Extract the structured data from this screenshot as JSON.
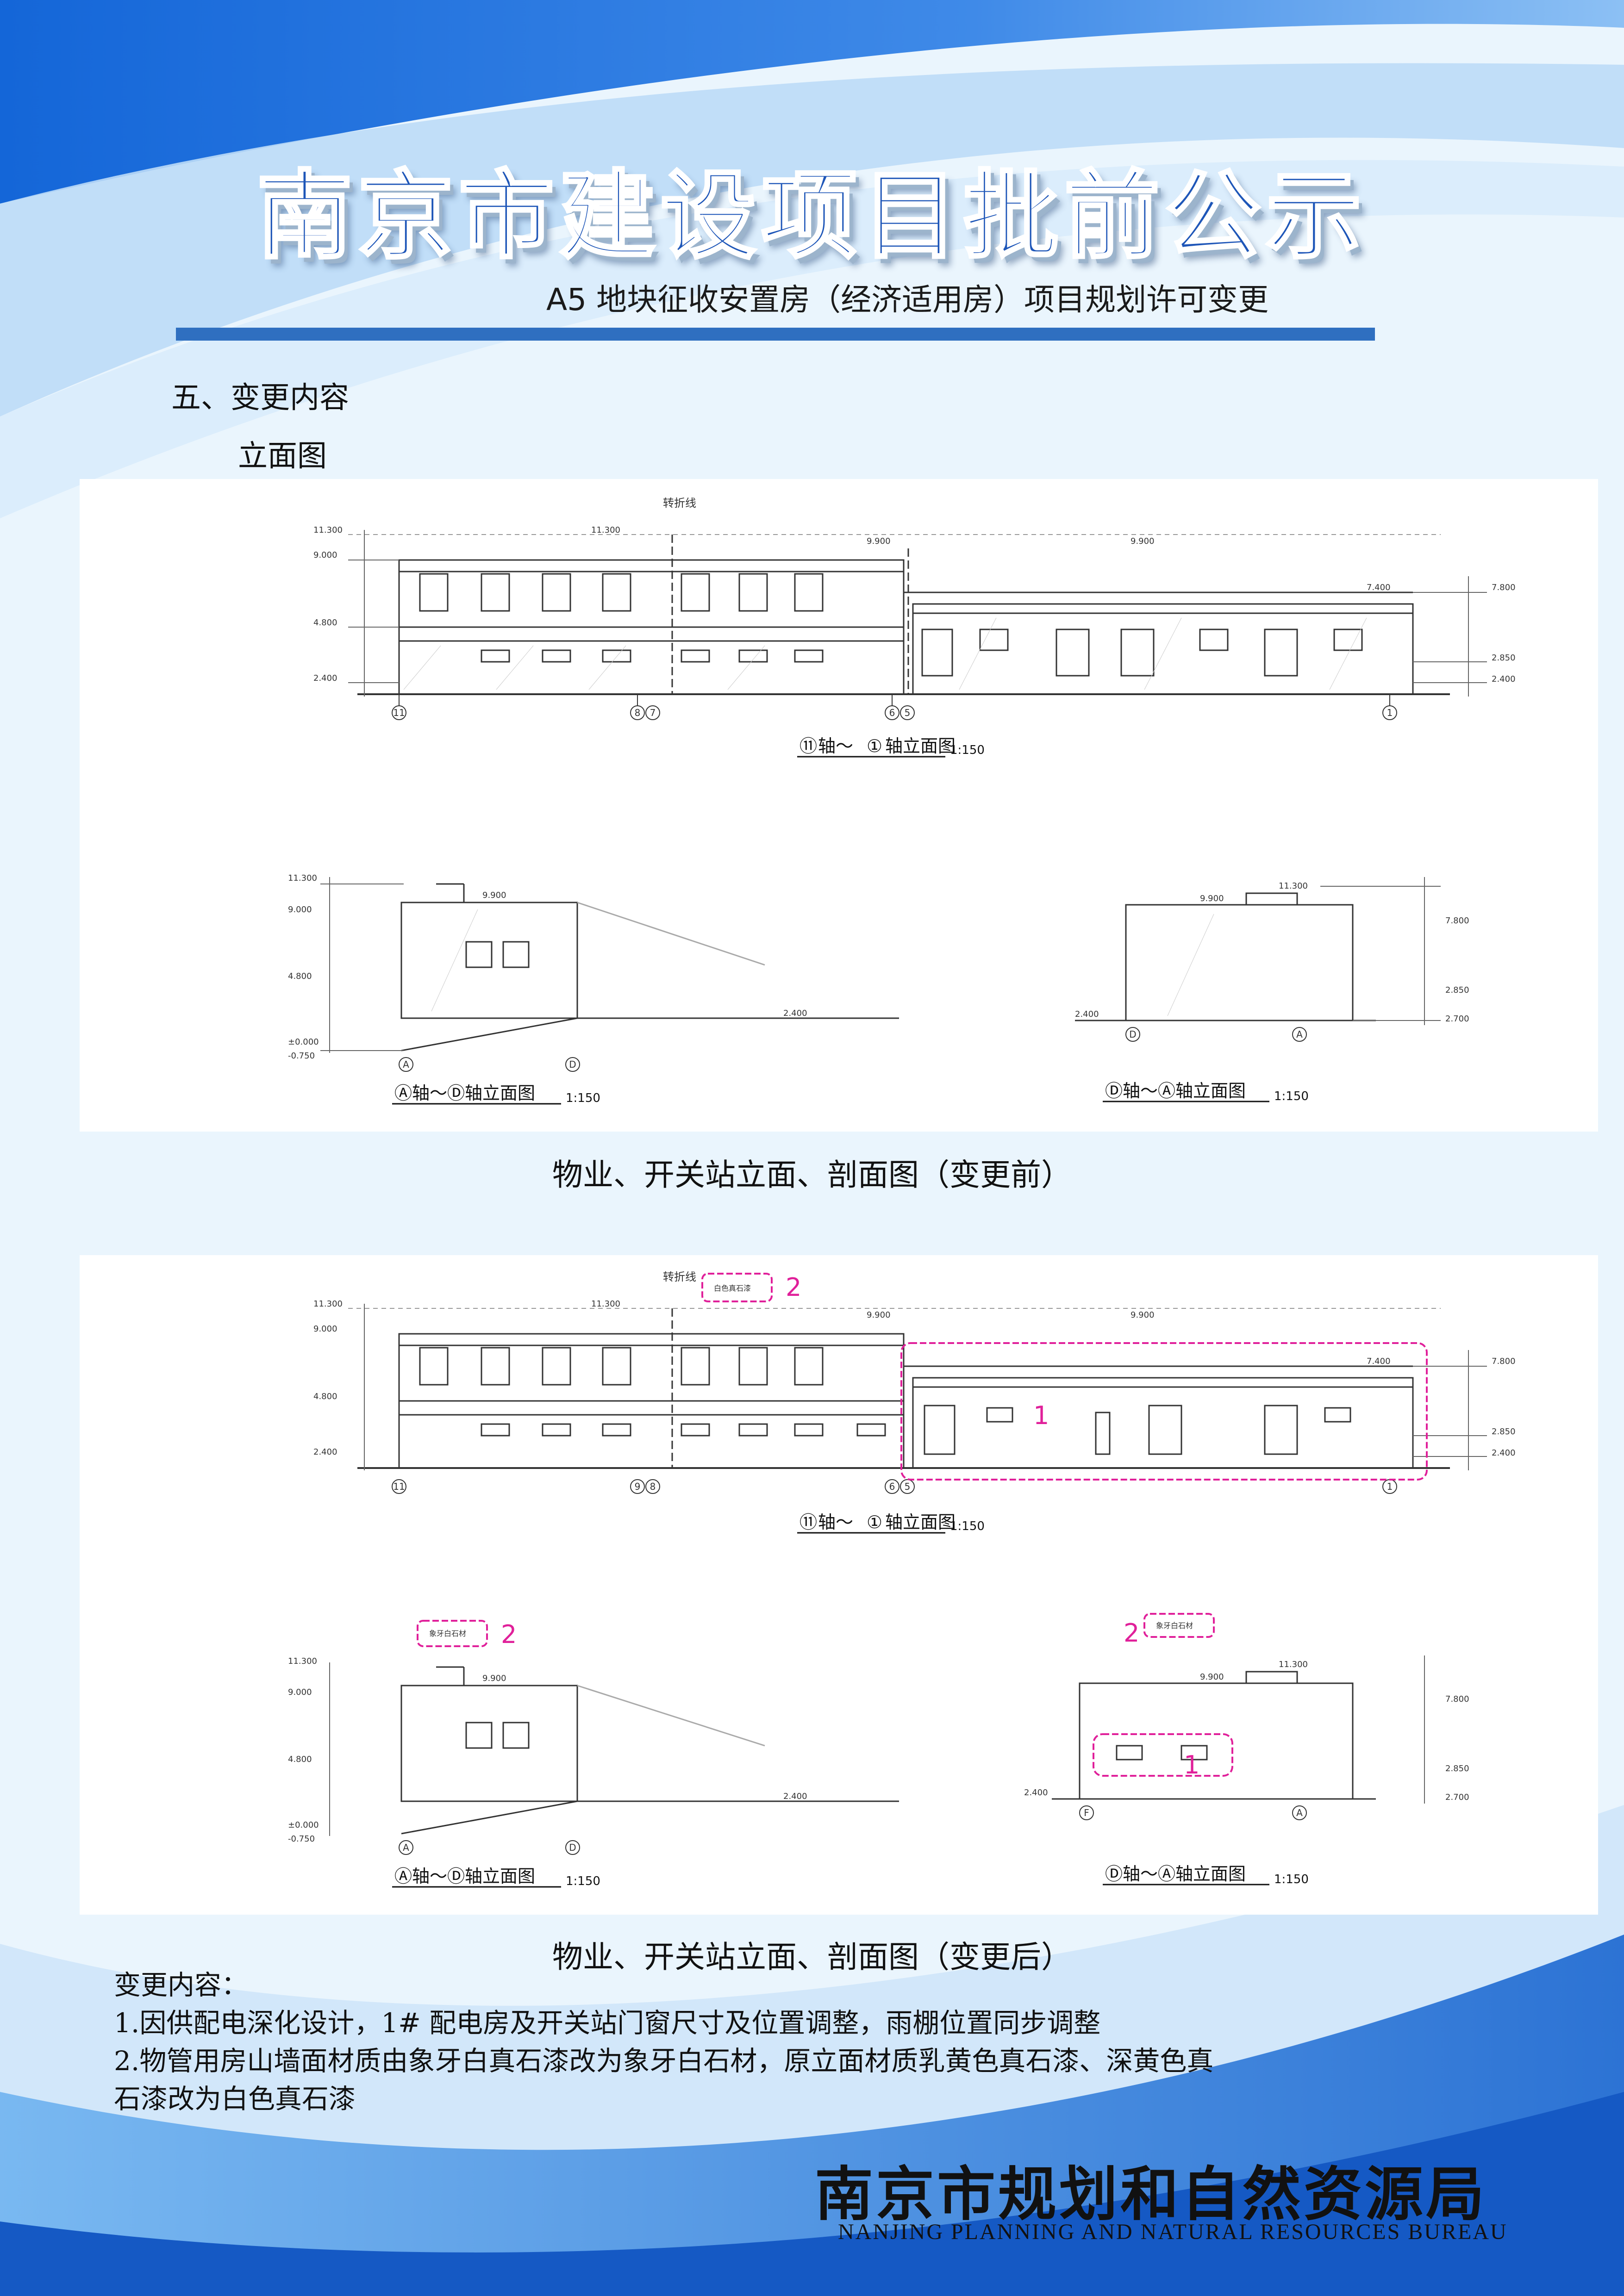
{
  "header": {
    "title": "南京市建设项目批前公示",
    "subtitle": "A5 地块征收安置房（经济适用房）项目规划许可变更"
  },
  "section": {
    "heading": "五、变更内容",
    "subheading": "立面图"
  },
  "before": {
    "top_label_prefix": "轴～",
    "top_label_suffix": "轴立面图",
    "top_start": "⑪",
    "top_end": "①",
    "top_scale": "1:150",
    "left_label": "Ⓐ轴～Ⓓ轴立面图",
    "left_scale": "1:150",
    "right_label": "Ⓓ轴～Ⓐ轴立面图",
    "right_scale": "1:150",
    "fold_line": "转折线",
    "caption": "物业、开关站立面、剖面图（变更前）"
  },
  "after": {
    "top_label_prefix": "轴～",
    "top_label_suffix": "轴立面图",
    "top_start": "⑪",
    "top_end": "①",
    "top_scale": "1:150",
    "left_label": "Ⓐ轴～Ⓓ轴立面图",
    "left_scale": "1:150",
    "right_label": "Ⓓ轴～Ⓐ轴立面图",
    "right_scale": "1:150",
    "fold_line": "转折线",
    "note_material": "白色真石漆",
    "note_material2": "象牙白石材",
    "mark1": "1",
    "mark2": "2",
    "caption": "物业、开关站立面、剖面图（变更后）"
  },
  "axis_tags": {
    "a11": "11",
    "a9": "9",
    "a8": "8",
    "a7": "7",
    "a6": "6",
    "a5": "5",
    "a1": "1",
    "aA": "A",
    "aD": "D",
    "aF": "F"
  },
  "levels": {
    "l11300": "11.300",
    "l9000": "9.000",
    "l4800": "4.800",
    "l2400": "2.400",
    "l9900": "9.900",
    "l7400": "7.400",
    "l7800": "7.800",
    "l2850": "2.850",
    "l2700": "2.700",
    "l0000": "±0.000",
    "lm0750": "-0.750"
  },
  "changes": {
    "heading": "变更内容：",
    "item1": "1.因供配电深化设计，1# 配电房及开关站门窗尺寸及位置调整，雨棚位置同步调整",
    "item2a": "2.物管用房山墙面材质由象牙白真石漆改为象牙白石材，原立面材质乳黄色真石漆、深黄色真",
    "item2b": "石漆改为白色真石漆"
  },
  "footer": {
    "name": "南京市规划和自然资源局",
    "name_en": "NANJING PLANNING AND NATURAL RESOURCES BUREAU"
  },
  "colors": {
    "title_blue": "#1e56b8",
    "bar_blue": "#2f6fc0",
    "revision_magenta": "#e0209a"
  }
}
